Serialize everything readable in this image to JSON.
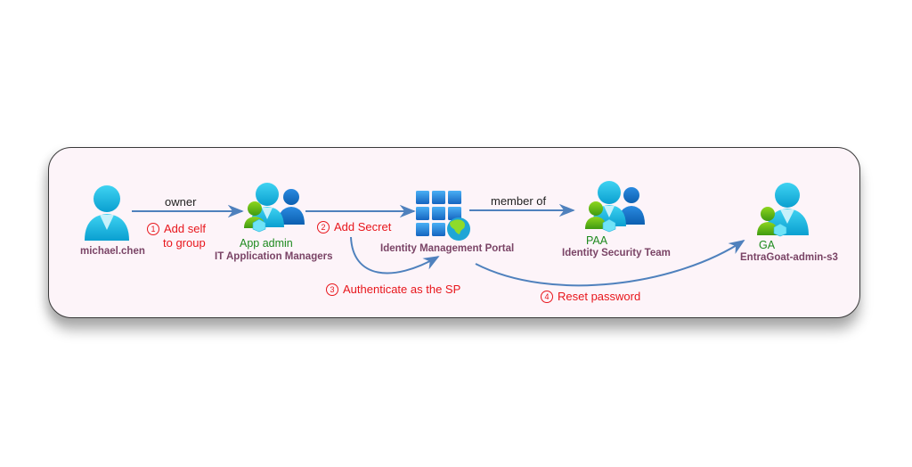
{
  "diagram": {
    "nodes": [
      {
        "id": "user",
        "name": "michael.chen",
        "role": "",
        "icon": "user-icon"
      },
      {
        "id": "group1",
        "name": "IT Application Managers",
        "role": "App admin",
        "icon": "group-admin-icon"
      },
      {
        "id": "app",
        "name": "Identity Management Portal",
        "role": "",
        "icon": "enterprise-app-icon"
      },
      {
        "id": "group2",
        "name": "Identity Security Team",
        "role": "PAA",
        "icon": "group-admin-icon"
      },
      {
        "id": "target",
        "name": "EntraGoat-admin-s3",
        "role": "GA",
        "icon": "user-admin-icon"
      }
    ],
    "edges": [
      {
        "from": "user",
        "to": "group1",
        "label": "owner"
      },
      {
        "from": "group1",
        "to": "app",
        "label": ""
      },
      {
        "from": "app",
        "to": "group2",
        "label": "member of"
      },
      {
        "from": "group1",
        "to": "app",
        "label": "",
        "style": "curved"
      },
      {
        "from": "app",
        "to": "target",
        "label": "",
        "style": "curved"
      }
    ],
    "steps": [
      {
        "num": "1",
        "line1": "Add self",
        "line2": "to group"
      },
      {
        "num": "2",
        "text": "Add Secret"
      },
      {
        "num": "3",
        "text": "Authenticate as the SP"
      },
      {
        "num": "4",
        "text": "Reset password"
      }
    ],
    "colors": {
      "panel_bg": "#fdf4f9",
      "arrow": "#4f81bd",
      "step_text": "#e8161c",
      "name_text": "#7a4466",
      "role_text": "#1e8a1e"
    }
  }
}
